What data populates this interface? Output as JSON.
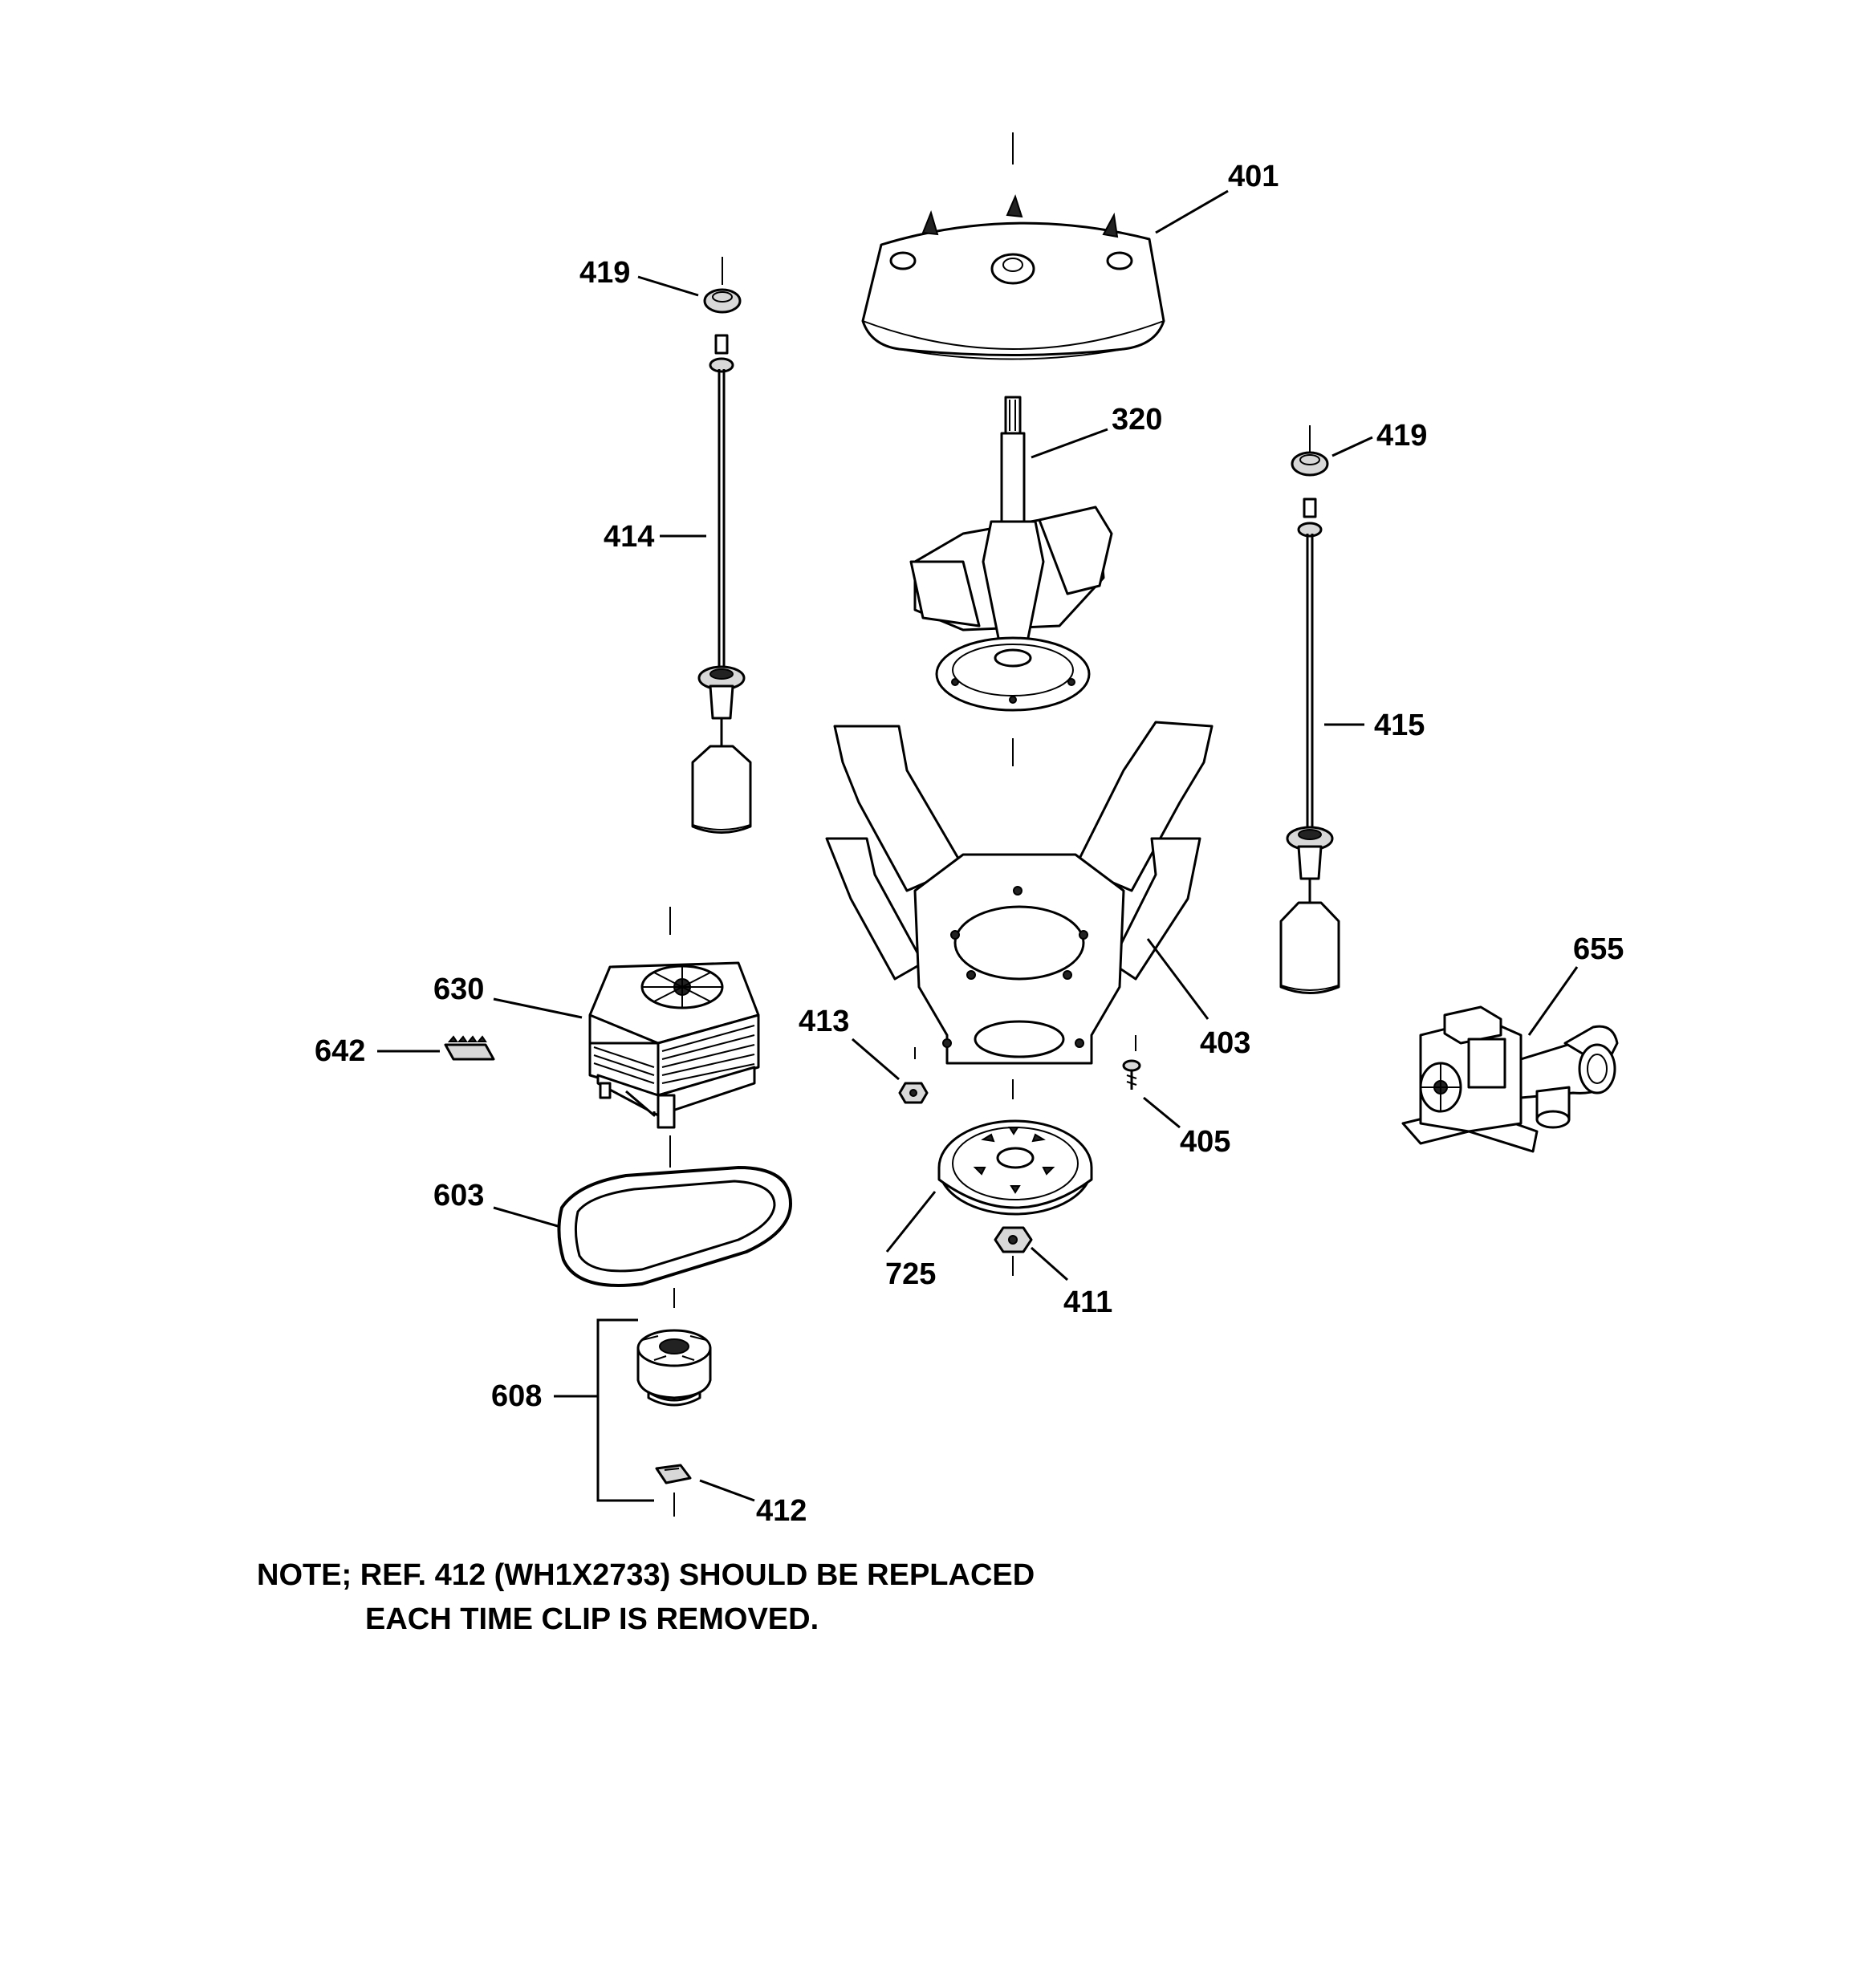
{
  "parts": {
    "p401": "401",
    "p419a": "419",
    "p419b": "419",
    "p320": "320",
    "p414": "414",
    "p415": "415",
    "p655": "655",
    "p630": "630",
    "p642": "642",
    "p413": "413",
    "p403": "403",
    "p405": "405",
    "p603": "603",
    "p725": "725",
    "p411": "411",
    "p608": "608",
    "p412": "412"
  },
  "note": {
    "line1": "NOTE; REF. 412 (WH1X2733) SHOULD BE REPLACED",
    "line2": "EACH TIME CLIP IS REMOVED."
  }
}
